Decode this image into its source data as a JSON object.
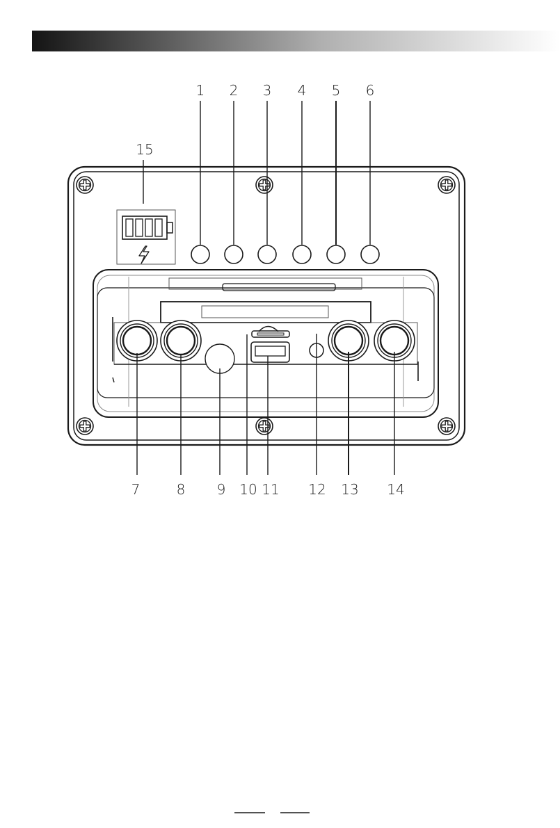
{
  "header_bar": {
    "gradient_start": "#1a1a1a",
    "gradient_end": "#ffffff"
  },
  "callouts": {
    "c1": "1",
    "c2": "2",
    "c3": "3",
    "c4": "4",
    "c5": "5",
    "c6": "6",
    "c7": "7",
    "c8": "8",
    "c9": "9",
    "c10": "10",
    "c11": "11",
    "c12": "12",
    "c13": "13",
    "c14": "14",
    "c15": "15"
  },
  "colors": {
    "line": "#1a1a1a",
    "panel_line": "#555555",
    "background": "#ffffff"
  },
  "icons": {
    "battery": "battery-icon",
    "charging": "lightning-icon",
    "screw": "screw-icon"
  }
}
